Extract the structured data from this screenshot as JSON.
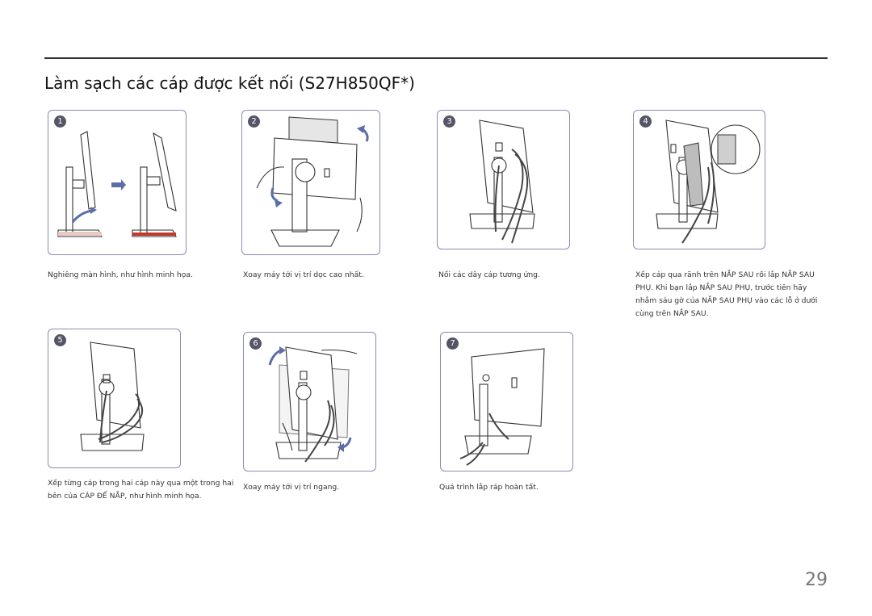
{
  "page": {
    "title": "Làm sạch các cáp được kết nối (S27H850QF*)",
    "page_number": "29"
  },
  "steps": [
    {
      "number": "1",
      "caption": "Nghiêng màn hình, như hình minh họa."
    },
    {
      "number": "2",
      "caption": "Xoay máy tới vị trí dọc cao nhất."
    },
    {
      "number": "3",
      "caption": "Nối các dây cáp tương ứng."
    },
    {
      "number": "4",
      "caption": "Xếp cáp qua rãnh trên NẮP SAU rồi lắp NẮP SAU PHỤ. Khi bạn lắp NẮP SAU PHỤ, trước tiên hãy nhắm sáu gờ của NẮP SAU PHỤ vào các lỗ ở dưới cùng trên NẮP SAU."
    },
    {
      "number": "5",
      "caption": "Xếp từng cáp trong hai cáp này qua một trong hai bên của CÁP ĐẾ NẮP, như hình minh họa."
    },
    {
      "number": "6",
      "caption": "Xoay máy tới vị trí ngang."
    },
    {
      "number": "7",
      "caption": "Quá trình lắp ráp hoàn tất."
    }
  ],
  "colors": {
    "panel_border": "#8a8ab8",
    "badge_fill": "#555566",
    "arrow": "#5b6ea8",
    "accent_red": "#c0392b"
  }
}
